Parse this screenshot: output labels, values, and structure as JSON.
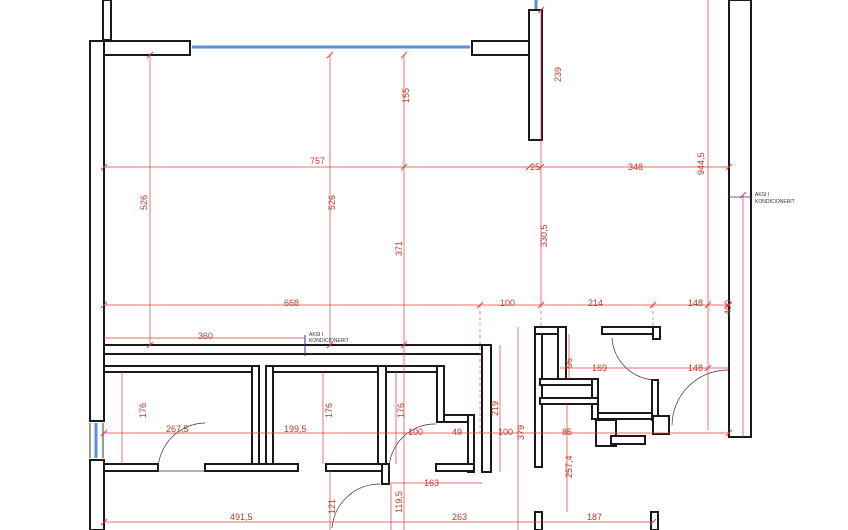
{
  "dimensions": {
    "d757": "757",
    "d25": "25",
    "d348": "348",
    "d944_5": "944,5",
    "d526_left": "526",
    "d526_mid": "526",
    "d155": "155",
    "d239": "239",
    "d371": "371",
    "d330_5": "330,5",
    "d400": "400",
    "d668": "668",
    "d100_a": "100",
    "d214": "214",
    "d148_a": "148",
    "d360": "360",
    "d96": "96",
    "d169": "169",
    "d148_b": "148",
    "d176_a": "176",
    "d176_b": "176",
    "d176_c": "176",
    "d267_5": "267,5",
    "d199_5": "199,5",
    "d100_b": "100",
    "d49": "49",
    "d100_c": "100",
    "d219": "219",
    "d379": "379",
    "d85": "85",
    "d257_4": "257,4",
    "d163": "163",
    "d119_5": "119,5",
    "d121": "121",
    "d491_5": "491,5",
    "d263": "263",
    "d187": "187"
  },
  "notes": {
    "ac_right_1": "AKSI I",
    "ac_right_2": "KONDICIONERIT",
    "ac_left_1": "AKSI I",
    "ac_left_2": "KONDICIONERIT"
  },
  "colors": {
    "dimension": "#e23b3b",
    "wall": "#1a1a1a",
    "window": "#5b8fd6"
  }
}
